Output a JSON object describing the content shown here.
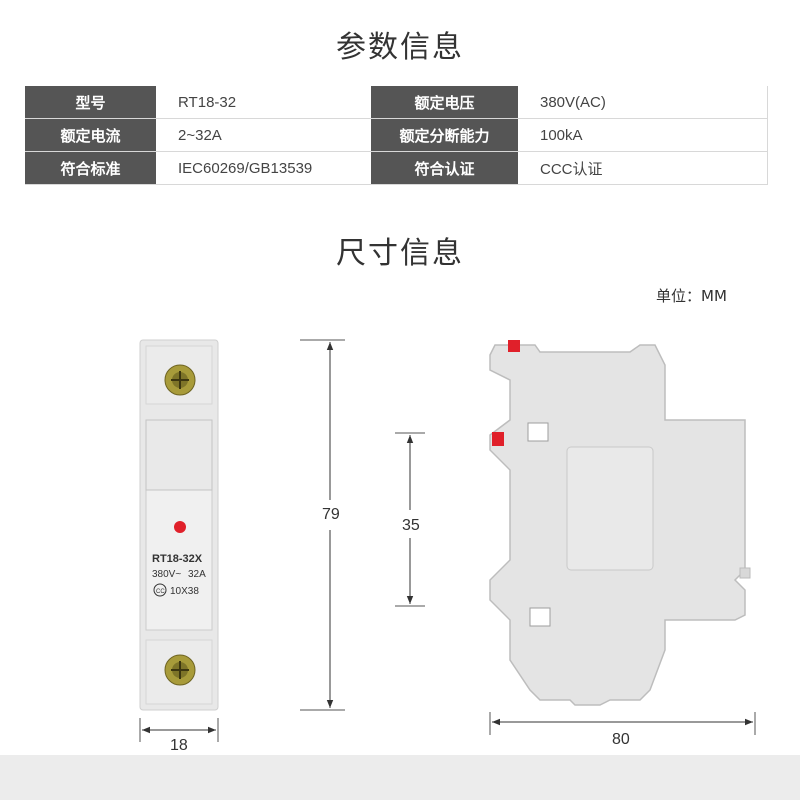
{
  "section_params": {
    "title": "参数信息"
  },
  "params": [
    {
      "label1": "型号",
      "value1": "RT18-32",
      "label2": "额定电压",
      "value2": "380V(AC)"
    },
    {
      "label1": "额定电流",
      "value1": "2~32A",
      "label2": "额定分断能力",
      "value2": "100kA"
    },
    {
      "label1": "符合标准",
      "value1": "IEC60269/GB13539",
      "label2": "符合认证",
      "value2": "CCC认证"
    }
  ],
  "section_size": {
    "title": "尺寸信息",
    "unit_label": "单位：MM"
  },
  "product_label": {
    "model": "RT18-32X",
    "rating_voltage": "380V~",
    "rating_current": "32A",
    "fuse_size": "10X38"
  },
  "dimensions": {
    "height_total": "79",
    "height_inner": "35",
    "width_front": "18",
    "width_side": "80"
  },
  "colors": {
    "label_bg": "#555555",
    "body": "#e6e6e6",
    "indicator": "#e0202a"
  }
}
